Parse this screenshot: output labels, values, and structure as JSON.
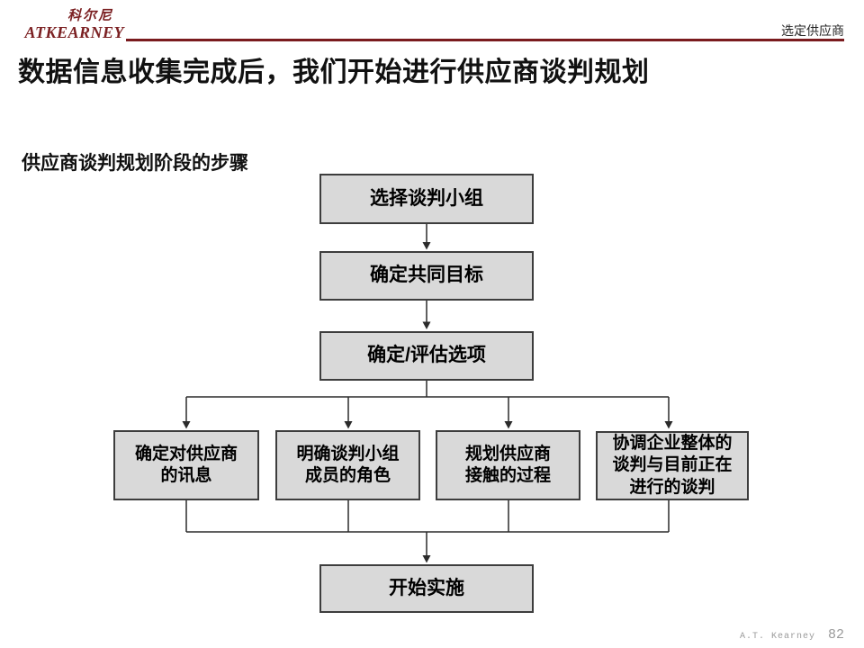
{
  "header": {
    "logo_cn": "科尔尼",
    "logo_en": "ATKEARNEY",
    "section_tag": "选定供应商",
    "rule_color": "#7a1b1e"
  },
  "title": "数据信息收集完成后，我们开始进行供应商谈判规划",
  "subtitle": "供应商谈判规划阶段的步骤",
  "flowchart": {
    "box_fill": "#d9d9d9",
    "box_border": "#3d3d3d",
    "steps": [
      {
        "label": "选择谈判小组"
      },
      {
        "label": "确定共同目标"
      },
      {
        "label": "确定/评估选项"
      }
    ],
    "parallel_steps": [
      {
        "label": "确定对供应商\n的讯息"
      },
      {
        "label": "明确谈判小组\n成员的角色"
      },
      {
        "label": "规划供应商\n接触的过程"
      },
      {
        "label": "协调企业整体的\n谈判与目前正在\n进行的谈判"
      }
    ],
    "final_step": {
      "label": "开始实施"
    }
  },
  "footer": {
    "brand": "A.T. Kearney",
    "page_number": "82"
  }
}
